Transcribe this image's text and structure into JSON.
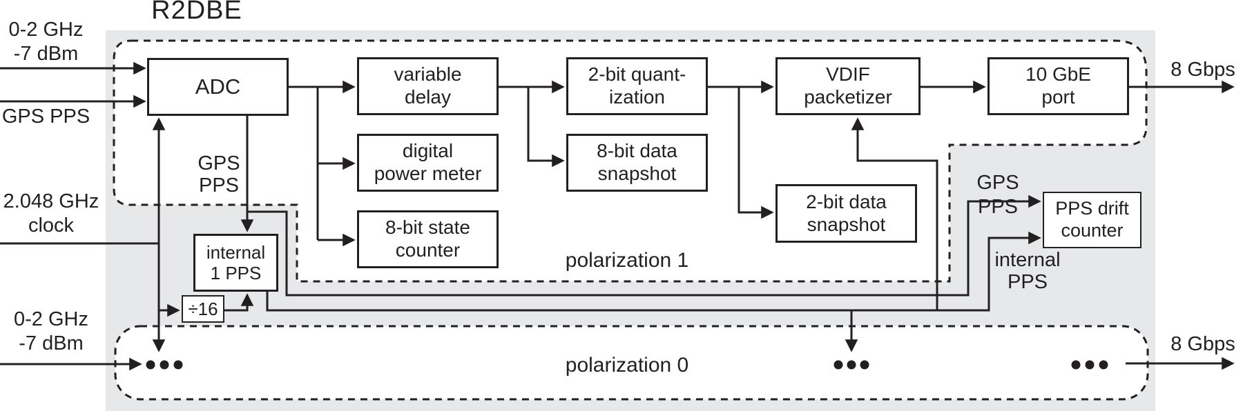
{
  "title": "R2DBE",
  "colors": {
    "band_fill": "#e7e8e9",
    "line": "#231f20",
    "box_fill": "#ffffff"
  },
  "inputs": {
    "pol1_signal": {
      "line1": "0-2 GHz",
      "line2": "-7 dBm"
    },
    "gps_pps": "GPS PPS",
    "clock": {
      "line1": "2.048 GHz",
      "line2": "clock"
    },
    "pol0_signal": {
      "line1": "0-2 GHz",
      "line2": "-7 dBm"
    }
  },
  "outputs": {
    "pol1_rate": "8 Gbps",
    "pol0_rate": "8 Gbps"
  },
  "blocks": {
    "adc": {
      "label": "ADC"
    },
    "variable_delay": {
      "line1": "variable",
      "line2": "delay"
    },
    "quantization": {
      "line1": "2-bit quant-",
      "line2": "ization"
    },
    "vdif_packetizer": {
      "line1": "VDIF",
      "line2": "packetizer"
    },
    "gbe_port": {
      "line1": "10 GbE",
      "line2": "port"
    },
    "power_meter": {
      "line1": "digital",
      "line2": "power meter"
    },
    "snapshot_8bit": {
      "line1": "8-bit data",
      "line2": "snapshot"
    },
    "state_counter": {
      "line1": "8-bit state",
      "line2": "counter"
    },
    "snapshot_2bit": {
      "line1": "2-bit data",
      "line2": "snapshot"
    },
    "internal_1pps": {
      "line1": "internal",
      "line2": "1 PPS"
    },
    "divider": {
      "label": "÷16"
    },
    "pps_drift_counter": {
      "line1": "PPS drift",
      "line2": "counter"
    }
  },
  "annotations": {
    "gps_pps_to_internal": {
      "line1": "GPS",
      "line2": "PPS"
    },
    "gps_pps_right": "GPS PPS",
    "internal_pps_right": {
      "line1": "internal",
      "line2": "PPS"
    },
    "polarization1": "polarization 1",
    "polarization0": "polarization 0"
  }
}
